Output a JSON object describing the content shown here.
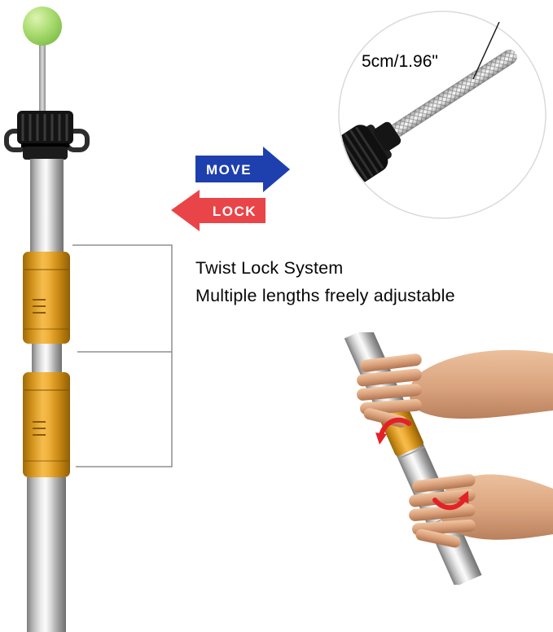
{
  "detail_callout": {
    "measurement": "5cm/1.96\"",
    "circle_border_color": "#dadada"
  },
  "direction_arrows": {
    "move": {
      "label": "MOVE",
      "color": "#1e3fae",
      "direction": "right"
    },
    "lock": {
      "label": "LOCK",
      "color": "#e94549",
      "direction": "left"
    }
  },
  "feature": {
    "title": "Twist Lock System",
    "subtitle": "Multiple lengths freely adjustable"
  },
  "pole": {
    "ball_color": "#a6db70",
    "collar_color": "#eca42c",
    "cap_color": "#1a1a1a",
    "tube_color": "#c9c9c9"
  },
  "twist_demo": {
    "rotation_arrow_color": "#e32127"
  }
}
